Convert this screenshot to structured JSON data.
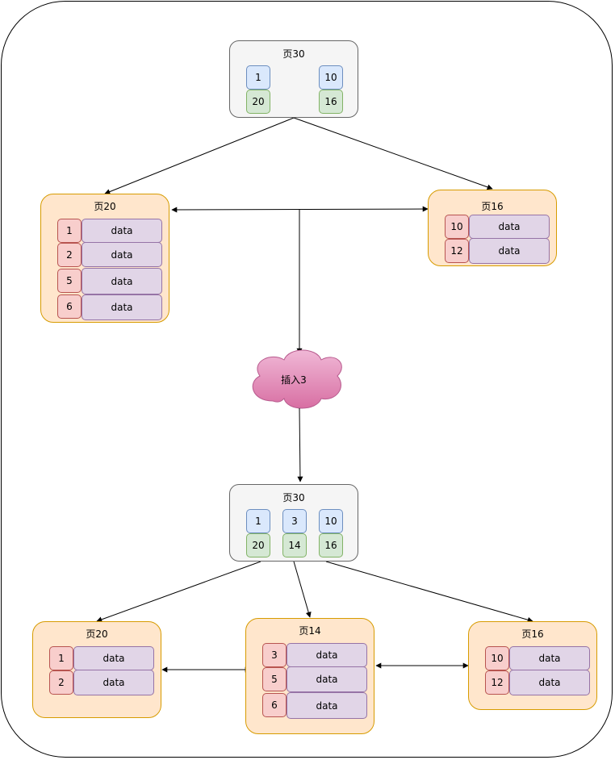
{
  "diagram": {
    "step_label": "插入3",
    "before": {
      "root": {
        "title": "页30",
        "keys": [
          "1",
          "10"
        ],
        "pointers": [
          "20",
          "16"
        ]
      },
      "leaf_left": {
        "title": "页20",
        "keys": [
          "1",
          "2",
          "5",
          "6"
        ],
        "value": "data"
      },
      "leaf_right": {
        "title": "页16",
        "keys": [
          "10",
          "12"
        ],
        "value": "data"
      }
    },
    "after": {
      "root": {
        "title": "页30",
        "keys": [
          "1",
          "3",
          "10"
        ],
        "pointers": [
          "20",
          "14",
          "16"
        ]
      },
      "leaf_left": {
        "title": "页20",
        "keys": [
          "1",
          "2"
        ],
        "value": "data"
      },
      "leaf_middle": {
        "title": "页14",
        "keys": [
          "3",
          "5",
          "6"
        ],
        "value": "data"
      },
      "leaf_right": {
        "title": "页16",
        "keys": [
          "10",
          "12"
        ],
        "value": "data"
      }
    }
  },
  "colors": {
    "internal_fill": "#f5f5f5",
    "leaf_fill": "#ffe6cc",
    "leaf_border": "#d79b00",
    "key_blue": "#dae8fc",
    "key_green": "#d5e8d4",
    "key_red": "#f8cecc",
    "data_purple": "#e1d5e7",
    "cloud_pink": "#e6a0c4"
  }
}
